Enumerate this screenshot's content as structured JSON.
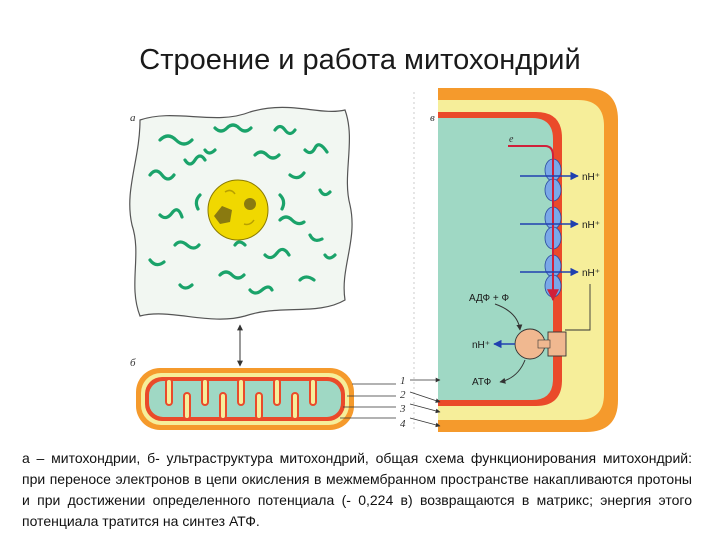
{
  "title": "Строение и работа митохондрий",
  "colors": {
    "matrix": "#9fd8c4",
    "intermembrane": "#f6ee9a",
    "outer_membrane": "#f59a2c",
    "inner_membrane": "#ea4a2a",
    "protein": "#7aa8e8",
    "atp_synthase": "#f0b890",
    "dna": "#1aa36a",
    "nucleolus": "#f0d800",
    "arrow_blue": "#2040b0",
    "arrow_red": "#d0203a"
  },
  "panel_labels": {
    "a": "а",
    "b": "б",
    "v": "в",
    "e": "е"
  },
  "layer_labels": [
    "1",
    "2",
    "3",
    "4"
  ],
  "proton_labels": [
    "nH⁺",
    "nH⁺",
    "nH⁺"
  ],
  "adp": "АДФ + Ф",
  "proton_return": "nH⁺",
  "atp": "АТФ",
  "caption": "а – митохондрии, б- ультраструктура митохондрий, общая схема функционирования митохондрий: при переносе электронов в цепи окисления в межмембранном пространстве накапливаются протоны и при достижении определенного потенциала (- 0,224 в) возвращаются в матрикс; энергия этого потенциала тратится на синтез АТФ."
}
